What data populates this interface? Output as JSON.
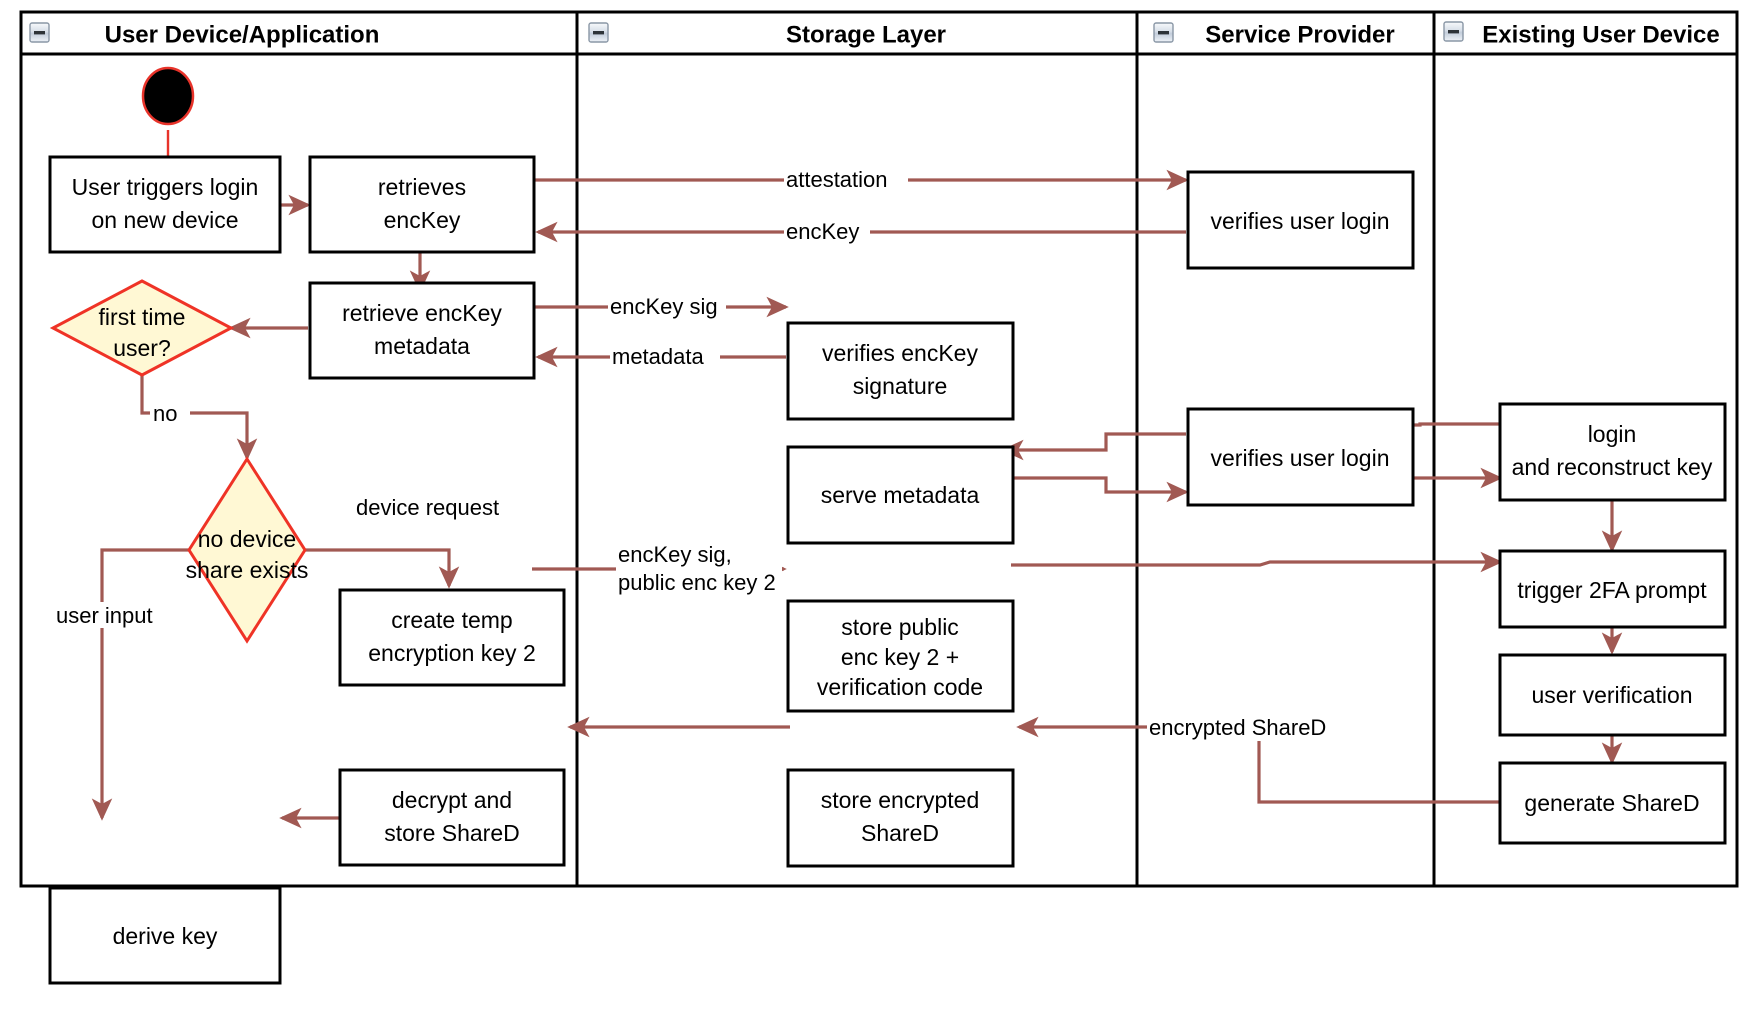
{
  "diagram": {
    "type": "uml-activity-swimlane",
    "title": "Key recovery / new device login activity diagram",
    "colors": {
      "flow_arrow": "#a15953",
      "decision_border": "#ef3326",
      "decision_fill": "#fff8d4",
      "node_border": "#000000",
      "node_fill": "#ffffff",
      "lane_border": "#000000",
      "initial_node_fill": "#000000",
      "initial_node_border": "#e8332a",
      "text": "#000000"
    }
  },
  "lanes": [
    {
      "id": "lane-user-device",
      "title": "User Device/Application",
      "collapse_icon": "minus-box-icon"
    },
    {
      "id": "lane-storage",
      "title": "Storage Layer",
      "collapse_icon": "minus-box-icon"
    },
    {
      "id": "lane-service",
      "title": "Service Provider",
      "collapse_icon": "minus-box-icon"
    },
    {
      "id": "lane-existing-device",
      "title": "Existing User Device",
      "collapse_icon": "minus-box-icon"
    }
  ],
  "nodes": {
    "initial": {
      "lane": "lane-user-device",
      "shape": "initial",
      "label": ""
    },
    "user_triggers": {
      "lane": "lane-user-device",
      "shape": "action",
      "lines": [
        "User triggers login",
        "on new device"
      ]
    },
    "retrieves_enckey": {
      "lane": "lane-user-device",
      "shape": "action",
      "lines": [
        "retrieves",
        "encKey"
      ]
    },
    "retrieve_meta": {
      "lane": "lane-user-device",
      "shape": "action",
      "lines": [
        "retrieve encKey",
        "metadata"
      ]
    },
    "first_time_user": {
      "lane": "lane-user-device",
      "shape": "decision",
      "lines": [
        "first time",
        "user?"
      ]
    },
    "no_device_share": {
      "lane": "lane-user-device",
      "shape": "decision",
      "lines": [
        "no device",
        "share exists"
      ]
    },
    "create_temp_key": {
      "lane": "lane-user-device",
      "shape": "action",
      "lines": [
        "create temp",
        "encryption key 2"
      ]
    },
    "decrypt_store": {
      "lane": "lane-user-device",
      "shape": "action",
      "lines": [
        "decrypt and",
        "store ShareD"
      ]
    },
    "derive_key": {
      "lane": "lane-user-device",
      "shape": "action",
      "lines": [
        "derive key"
      ]
    },
    "verifies_sig": {
      "lane": "lane-storage",
      "shape": "action",
      "lines": [
        "verifies encKey",
        "signature"
      ]
    },
    "serve_metadata": {
      "lane": "lane-storage",
      "shape": "action",
      "lines": [
        "serve metadata"
      ]
    },
    "store_public_key": {
      "lane": "lane-storage",
      "shape": "action",
      "lines": [
        "store public",
        "enc key 2 +",
        "verification code"
      ]
    },
    "store_enc_shared": {
      "lane": "lane-storage",
      "shape": "action",
      "lines": [
        "store encrypted",
        "ShareD"
      ]
    },
    "verifies_login_1": {
      "lane": "lane-service",
      "shape": "action",
      "lines": [
        "verifies user login"
      ]
    },
    "verifies_login_2": {
      "lane": "lane-service",
      "shape": "action",
      "lines": [
        "verifies user login"
      ]
    },
    "login_reconstruct": {
      "lane": "lane-existing-device",
      "shape": "action",
      "lines": [
        "login",
        "and reconstruct key"
      ]
    },
    "trigger_2fa": {
      "lane": "lane-existing-device",
      "shape": "action",
      "lines": [
        "trigger 2FA prompt"
      ]
    },
    "user_verification": {
      "lane": "lane-existing-device",
      "shape": "action",
      "lines": [
        "user verification"
      ]
    },
    "generate_shared": {
      "lane": "lane-existing-device",
      "shape": "action",
      "lines": [
        "generate ShareD"
      ]
    }
  },
  "edge_labels": {
    "attestation": "attestation",
    "enckey": "encKey",
    "enckey_sig": "encKey sig",
    "metadata": "metadata",
    "no": "no",
    "device_request": "device request",
    "user_input": "user input",
    "enckey_sig_pub_1": "encKey sig,",
    "enckey_sig_pub_2": "public enc key 2",
    "encrypted_shared": "encrypted ShareD"
  }
}
